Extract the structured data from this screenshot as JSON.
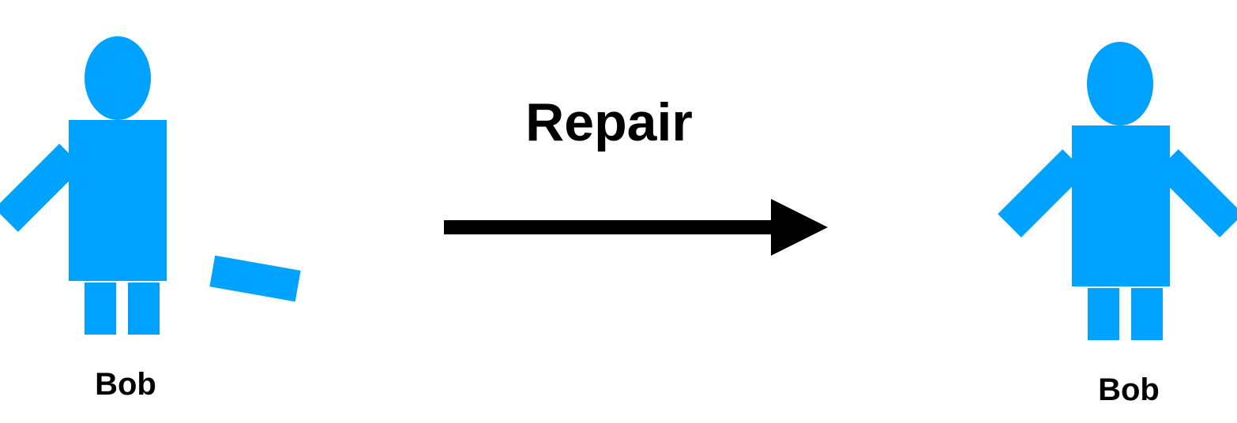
{
  "action": {
    "label": "Repair"
  },
  "figures": [
    {
      "name": "Bob",
      "state": "broken"
    },
    {
      "name": "Bob",
      "state": "repaired"
    }
  ],
  "colors": {
    "figure": "#00a2ff",
    "arrow": "#000000",
    "text": "#000000",
    "background": "#ffffff"
  }
}
